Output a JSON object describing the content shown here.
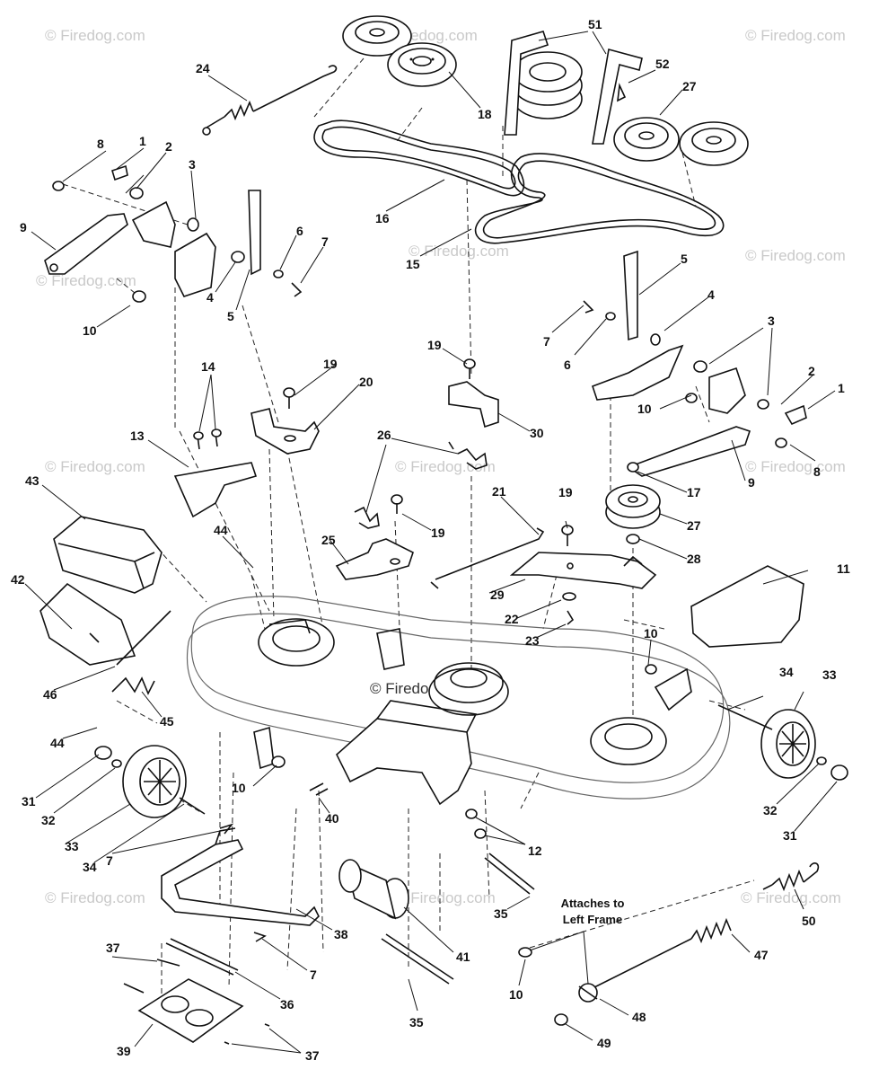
{
  "watermark": {
    "text": "© Firedog.com",
    "center_text": "© Firedog.com"
  },
  "note": {
    "line1": "Attaches to",
    "line2": "Left Frame"
  },
  "labels": {
    "l1": "1",
    "l2": "2",
    "l3": "3",
    "l4": "4",
    "l5": "5",
    "l6": "6",
    "l7": "7",
    "l8": "8",
    "l9": "9",
    "l10": "10",
    "l11": "11",
    "l12": "12",
    "l13": "13",
    "l14": "14",
    "l15": "15",
    "l16": "16",
    "l17": "17",
    "l18": "18",
    "l19": "19",
    "l20": "20",
    "l21": "21",
    "l22": "22",
    "l23": "23",
    "l24": "24",
    "l25": "25",
    "l26": "26",
    "l27": "27",
    "l28": "28",
    "l29": "29",
    "l30": "30",
    "l31": "31",
    "l32": "32",
    "l33": "33",
    "l34": "34",
    "l35": "35",
    "l36": "36",
    "l37": "37",
    "l38": "38",
    "l39": "39",
    "l40": "40",
    "l41": "41",
    "l42": "42",
    "l43": "43",
    "l44": "44",
    "l45": "45",
    "l46": "46",
    "l47": "47",
    "l48": "48",
    "l49": "49",
    "l50": "50",
    "l51": "51",
    "l52": "52"
  }
}
